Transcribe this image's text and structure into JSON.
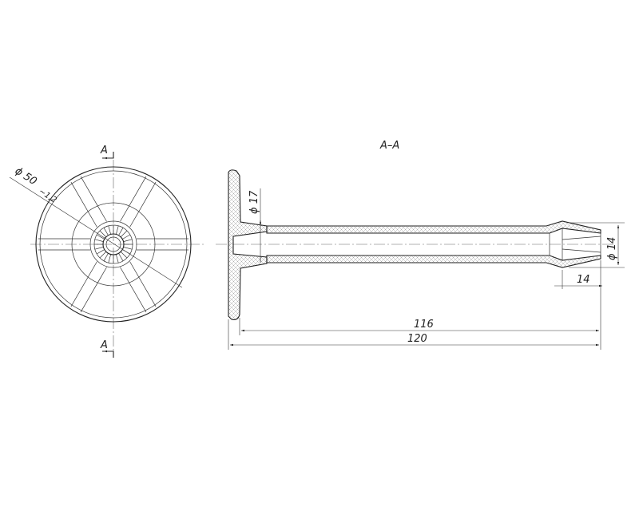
{
  "section": {
    "marker_top": "A",
    "marker_bottom": "A",
    "title": "A–A"
  },
  "dimensions": {
    "head_diameter": "ϕ 50",
    "head_thickness": "~1,2",
    "shank_diameter": "ϕ 17",
    "tip_diameter": "ϕ 14",
    "tip_length": "14",
    "shank_length": "116",
    "overall_length": "120"
  }
}
